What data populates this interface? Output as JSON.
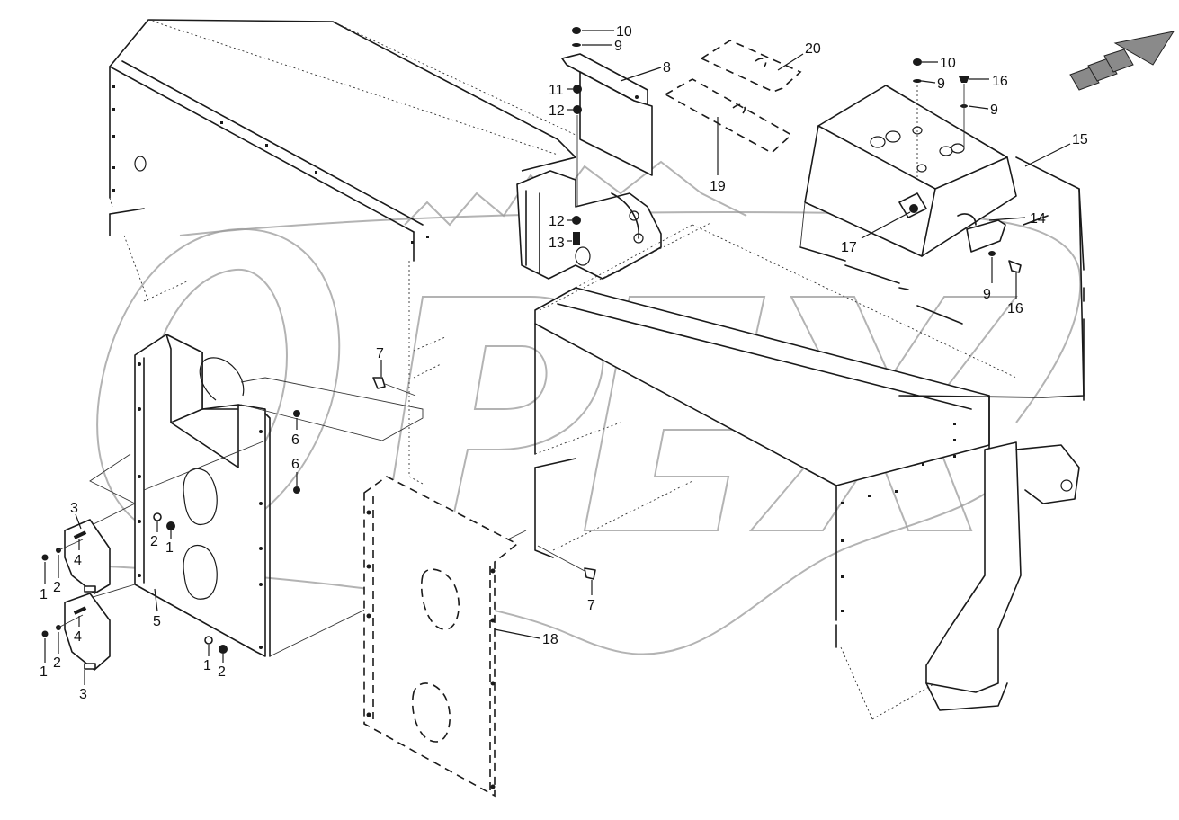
{
  "watermark": "OPEX",
  "corner_mark": "",
  "callouts": [
    {
      "id": "c-10a",
      "label": "10"
    },
    {
      "id": "c-9a",
      "label": "9"
    },
    {
      "id": "c-8",
      "label": "8"
    },
    {
      "id": "c-11",
      "label": "11"
    },
    {
      "id": "c-12a",
      "label": "12"
    },
    {
      "id": "c-12b",
      "label": "12"
    },
    {
      "id": "c-13",
      "label": "13"
    },
    {
      "id": "c-19",
      "label": "19"
    },
    {
      "id": "c-20",
      "label": "20"
    },
    {
      "id": "c-10b",
      "label": "10"
    },
    {
      "id": "c-9b",
      "label": "9"
    },
    {
      "id": "c-16a",
      "label": "16"
    },
    {
      "id": "c-9c",
      "label": "9"
    },
    {
      "id": "c-15",
      "label": "15"
    },
    {
      "id": "c-14",
      "label": "14"
    },
    {
      "id": "c-17",
      "label": "17"
    },
    {
      "id": "c-9d",
      "label": "9"
    },
    {
      "id": "c-16b",
      "label": "16"
    },
    {
      "id": "c-7a",
      "label": "7"
    },
    {
      "id": "c-6a",
      "label": "6"
    },
    {
      "id": "c-6b",
      "label": "6"
    },
    {
      "id": "c-7b",
      "label": "7"
    },
    {
      "id": "c-18",
      "label": "18"
    },
    {
      "id": "c-3a",
      "label": "3"
    },
    {
      "id": "c-4a",
      "label": "4"
    },
    {
      "id": "c-2a",
      "label": "2"
    },
    {
      "id": "c-1a",
      "label": "1"
    },
    {
      "id": "c-1b",
      "label": "1"
    },
    {
      "id": "c-2b",
      "label": "2"
    },
    {
      "id": "c-4b",
      "label": "4"
    },
    {
      "id": "c-1c",
      "label": "1"
    },
    {
      "id": "c-2c",
      "label": "2"
    },
    {
      "id": "c-3b",
      "label": "3"
    },
    {
      "id": "c-5",
      "label": "5"
    },
    {
      "id": "c-1d",
      "label": "1"
    },
    {
      "id": "c-2d",
      "label": "2"
    }
  ]
}
